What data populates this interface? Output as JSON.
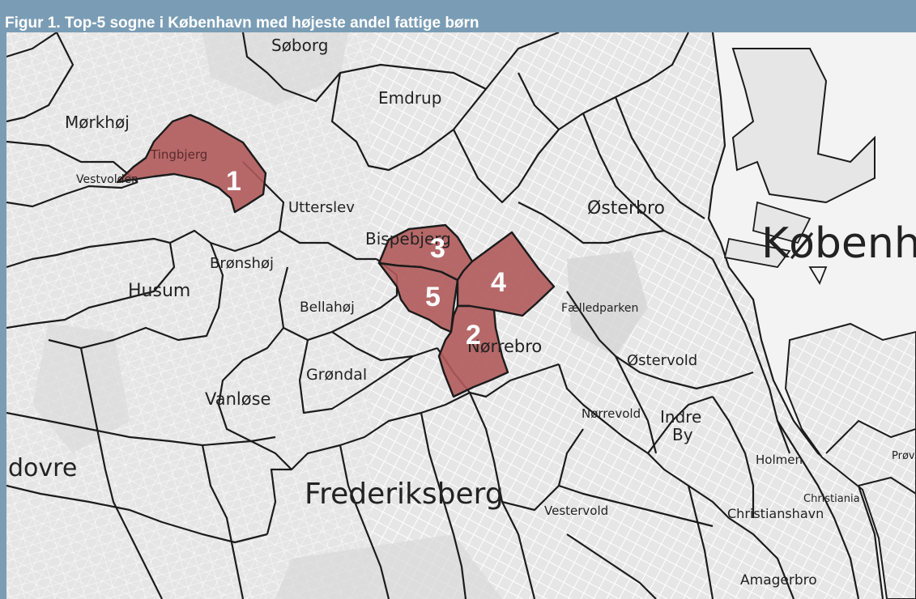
{
  "figure": {
    "title": "Figur 1. Top-5 sogne i København med højeste andel fattige børn"
  },
  "colors": {
    "frame": "#7a9db5",
    "highlight_fill": "#b05a5a",
    "land": "#e6e6e6",
    "water": "#f3f3f3",
    "boundary": "#1b1b1b"
  },
  "ranked_parishes": [
    {
      "rank": "1"
    },
    {
      "rank": "2"
    },
    {
      "rank": "3"
    },
    {
      "rank": "4"
    },
    {
      "rank": "5"
    }
  ],
  "place_labels": {
    "soborg": "Søborg",
    "emdrup": "Emdrup",
    "morkhoj": "Mørkhøj",
    "tingbjerg": "Tingbjerg",
    "vestvolden": "Vestvolden",
    "utterslev": "Utterslev",
    "osterbro": "Østerbro",
    "kobenh": "Københ",
    "bispebjerg": "Bispebjerg",
    "bronshoj": "Brønshøj",
    "husum": "Husum",
    "bellahoj": "Bellahøj",
    "faelledparken": "Fælledparken",
    "norrebro": "Nørrebro",
    "grondal": "Grøndal",
    "ostervold": "Østervold",
    "vanlose": "Vanløse",
    "norrevold": "Nørrevold",
    "indre": "Indre",
    "by": "By",
    "dovre": "dovre",
    "holmen": "Holmen",
    "frederiksberg": "Frederiksberg",
    "christiania": "Christiania",
    "vestervold": "Vestervold",
    "christianshavn": "Christianshavn",
    "prov": "Prøv",
    "amagerbro": "Amagerbro"
  }
}
